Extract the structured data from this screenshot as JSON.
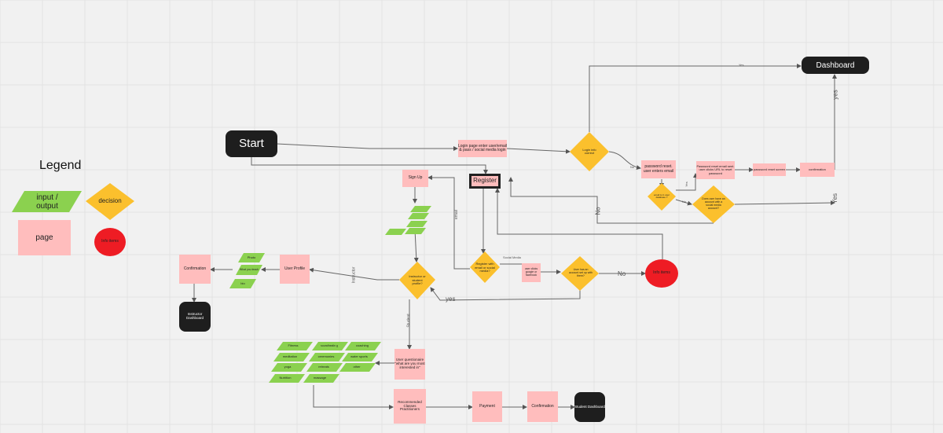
{
  "legend": {
    "title": "Legend",
    "input_output": "input /\noutput",
    "decision": "decision",
    "page": "page",
    "info_items": "Info items"
  },
  "nodes": {
    "start": "Start",
    "dashboard": "Dashboard",
    "login_page": "Login page enter user/email & pass / social media login",
    "login_info_correct": "Login info correct",
    "password_reset": "password reset. user enters email",
    "password_reset_email": "Password reset email sent. user clicks URL to reset password",
    "password_reset_screen": "password reset screen",
    "confirmation_top": "confirmation",
    "email_in_db": "email is in user database ?",
    "account_social": "Does user have an account with a social media account?",
    "register": "Register",
    "sign_up": "Sign Up",
    "register_email_social": "Register with email or social media?",
    "user_clicks_google": "user clicks google or facebook",
    "user_has_account": "User has an account set up with them?",
    "info_items": "Info items",
    "instructor_or_student": "Instructor or student profile?",
    "user_profile": "User Profile",
    "confirmation_instr": "Confirmation",
    "instructor_dashboard": "Instructor Dashboard",
    "photo": "Photo",
    "what_you_teach": "What you teach",
    "bio": "bio",
    "user_questionnaire": "User questionaire \"what are you most interested in\"",
    "recommended": "Recommended Classes Practitioners",
    "payment": "Payment",
    "confirmation_student": "Confirmation",
    "student_dashboard": "Student Dashboard"
  },
  "interests": [
    "Fitness",
    "soundhealin g",
    "coaching",
    "meditation",
    "ceremonies",
    "water sports",
    "yoga",
    "retreats",
    "other",
    "Nutrition",
    "massage"
  ],
  "edge_labels": {
    "yes_top": "Yes",
    "yes_vertical": "yes",
    "no_small": "No",
    "yes_small": "Yes",
    "no_small2": "No",
    "yes_right": "Yes",
    "no_mid": "No",
    "email": "email",
    "social_media": "Social Media",
    "no_info": "No",
    "yes_bottom": "yes",
    "instructor": "Instructor",
    "student": "Student"
  },
  "colors": {
    "page": "#ffbdbd",
    "decision": "#fbc02d",
    "input": "#8bd14f",
    "terminal": "#1e1e1e",
    "info": "#ee1c24"
  }
}
